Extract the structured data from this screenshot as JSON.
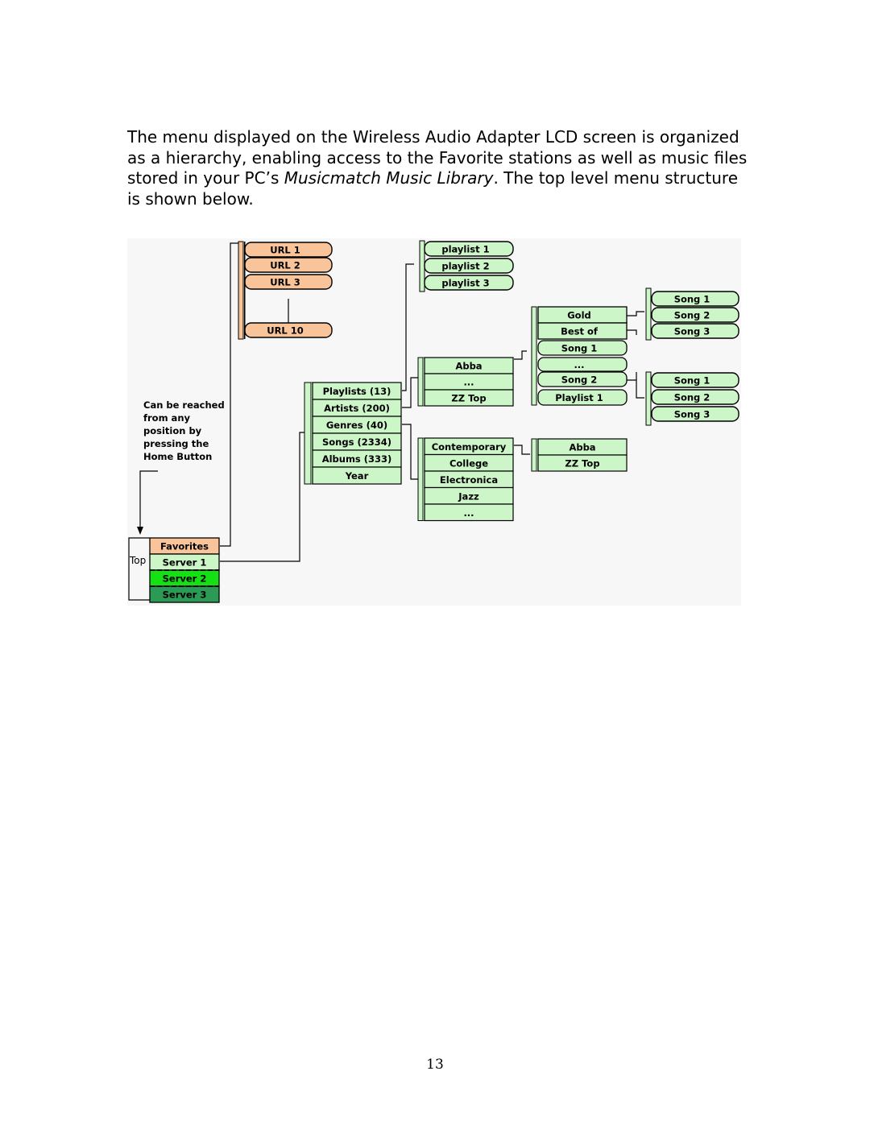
{
  "intro": {
    "text_before": "The menu displayed on the Wireless Audio Adapter LCD screen is organized as a hierarchy, enabling access to the Favorite stations as well as music files stored in your PC’s ",
    "italic": "Musicmatch Music Library",
    "text_after": ". The top level menu structure is shown below."
  },
  "diagram": {
    "favorites_urls": [
      "URL 1",
      "URL 2",
      "URL 3",
      "URL 10"
    ],
    "playlists": [
      "playlist 1",
      "playlist 2",
      "playlist 3"
    ],
    "library_menu": [
      "Playlists (13)",
      "Artists (200)",
      "Genres (40)",
      "Songs (2334)",
      "Albums (333)",
      "Year"
    ],
    "artists": [
      "Abba",
      "...",
      "ZZ Top"
    ],
    "genres": [
      "Contemporary",
      "College",
      "Electronica",
      "Jazz",
      "..."
    ],
    "genre_artists": [
      "Abba",
      "ZZ Top"
    ],
    "artist_albums": [
      "Gold",
      "Best of",
      "Song 1",
      "...",
      "Song 2",
      "Playlist 1"
    ],
    "album_songs_a": [
      "Song 1",
      "Song 2",
      "Song 3"
    ],
    "album_songs_b": [
      "Song 1",
      "Song 2",
      "Song 3"
    ],
    "note": [
      "Can be reached",
      "from any",
      "position by",
      "pressing the",
      "Home Button"
    ],
    "top_label": "Top",
    "top_menu": [
      "Favorites",
      "Server 1",
      "Server 2",
      "Server 3"
    ],
    "colors": {
      "url": "#f9c49a",
      "menu": "#ccf5c8",
      "server2": "#14e014",
      "server3": "#2a9a55",
      "bg": "#f7f7f7"
    }
  },
  "page_number": "13"
}
